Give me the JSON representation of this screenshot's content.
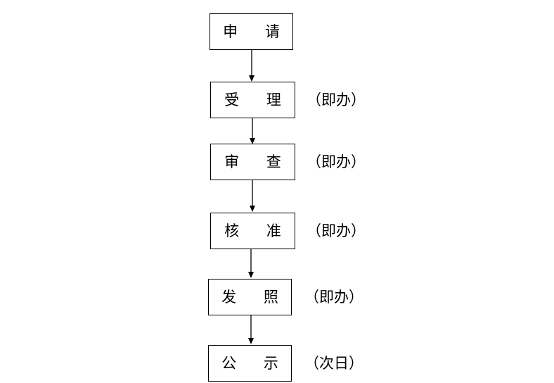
{
  "diagram": {
    "title": "",
    "background_color": "#ffffff",
    "line_color": "#000000",
    "steps": [
      {
        "label": "申 请",
        "note": ""
      },
      {
        "label": "受 理",
        "note": "（即办）"
      },
      {
        "label": "审 查",
        "note": "（即办）"
      },
      {
        "label": "核 准",
        "note": "（即办）"
      },
      {
        "label": "发 照",
        "note": "（即办）"
      },
      {
        "label": "公 示",
        "note": "（次日）"
      }
    ],
    "connectors": [
      {
        "from": "申 请",
        "to": "受 理"
      },
      {
        "from": "受 理",
        "to": "审 查"
      },
      {
        "from": "审 查",
        "to": "核 准"
      },
      {
        "from": "核 准",
        "to": "发 照"
      },
      {
        "from": "发 照",
        "to": "公 示"
      }
    ]
  }
}
